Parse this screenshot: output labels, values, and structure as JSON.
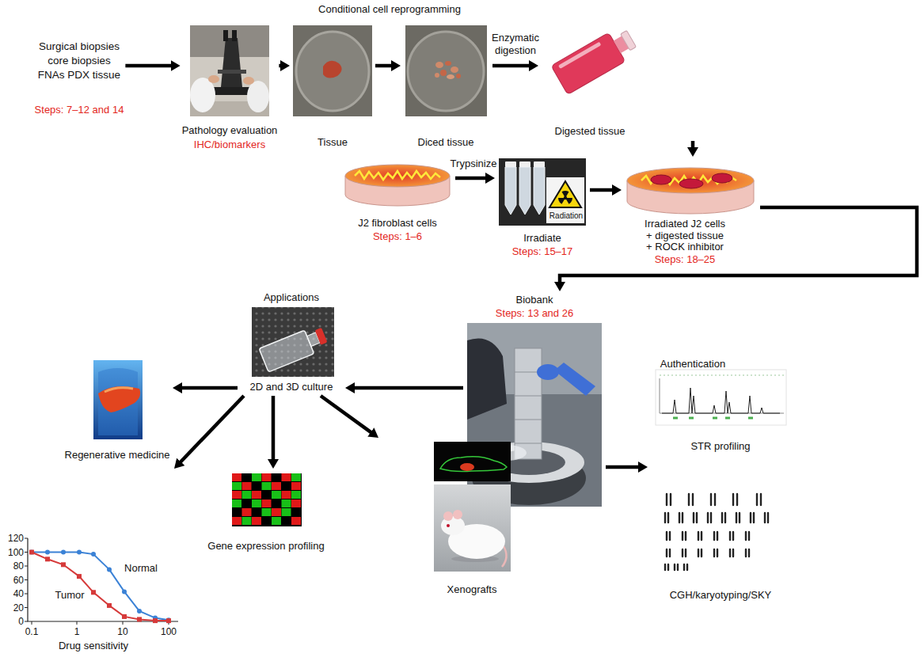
{
  "diagram": {
    "nodes": [
      {
        "text": [
          "Surgical biopsies core biopsies FNAs PDX tissue",
          "Steps: 7–12 and 14"
        ]
      },
      {
        "text": [
          "Pathology evaluation",
          "IHC/biomarkers"
        ]
      },
      {
        "text": [
          "Tissue"
        ]
      },
      {
        "text": [
          "Diced tissue"
        ]
      },
      {
        "text": [
          "Digested tissue"
        ]
      },
      {
        "text": [
          "J2 fibroblast cells",
          "Steps: 1–6"
        ]
      },
      {
        "text": [
          "Irradiate",
          "Steps: 15–17"
        ]
      },
      {
        "text": [
          "Irradiated J2 cells + digested tissue + ROCK inhibitor",
          "Steps: 18–25"
        ]
      },
      {
        "text": [
          "Biobank",
          "Steps: 13 and 26"
        ]
      },
      {
        "text": [
          "Applications",
          "2D and 3D culture"
        ]
      },
      {
        "text": [
          "Regenerative medicine"
        ]
      },
      {
        "text": [
          "Authentication",
          "STR profiling",
          "CGH/karyotyping/SKY"
        ]
      },
      {
        "text": [
          "Drug sensitivity"
        ]
      },
      {
        "text": [
          "Gene expression profiling"
        ]
      },
      {
        "text": [
          "Xenografts"
        ]
      }
    ],
    "edges": [
      {
        "from": 0,
        "to": 1,
        "arrow": "to"
      },
      {
        "from": 1,
        "to": 2,
        "arrow": "to"
      },
      {
        "from": 2,
        "to": 3,
        "arrow": "to"
      },
      {
        "from": 3,
        "to": 4,
        "label": "Enzymatic digestion",
        "arrow": "to"
      },
      {
        "from": 4,
        "to": 7,
        "arrow": "to"
      },
      {
        "from": 5,
        "to": 6,
        "label": "Trypsinize",
        "arrow": "to"
      },
      {
        "from": 6,
        "to": 7,
        "arrow": "to"
      },
      {
        "from": 7,
        "to": 8,
        "arrow": "to"
      },
      {
        "from": 8,
        "to": 9,
        "arrow": "to"
      },
      {
        "from": 8,
        "to": 11,
        "arrow": "to"
      },
      {
        "from": 9,
        "to": 10,
        "arrow": "to"
      },
      {
        "from": 9,
        "to": 12,
        "arrow": "to"
      },
      {
        "from": 9,
        "to": 13,
        "arrow": "to"
      },
      {
        "from": 9,
        "to": 14,
        "arrow": "to"
      }
    ],
    "labels": [
      "Conditional cell reprogramming",
      "Radiation",
      "120",
      "100",
      "80",
      "60",
      "40",
      "20",
      "0",
      "0.1",
      "1",
      "10",
      "100",
      "Normal",
      "Tumor"
    ]
  }
}
